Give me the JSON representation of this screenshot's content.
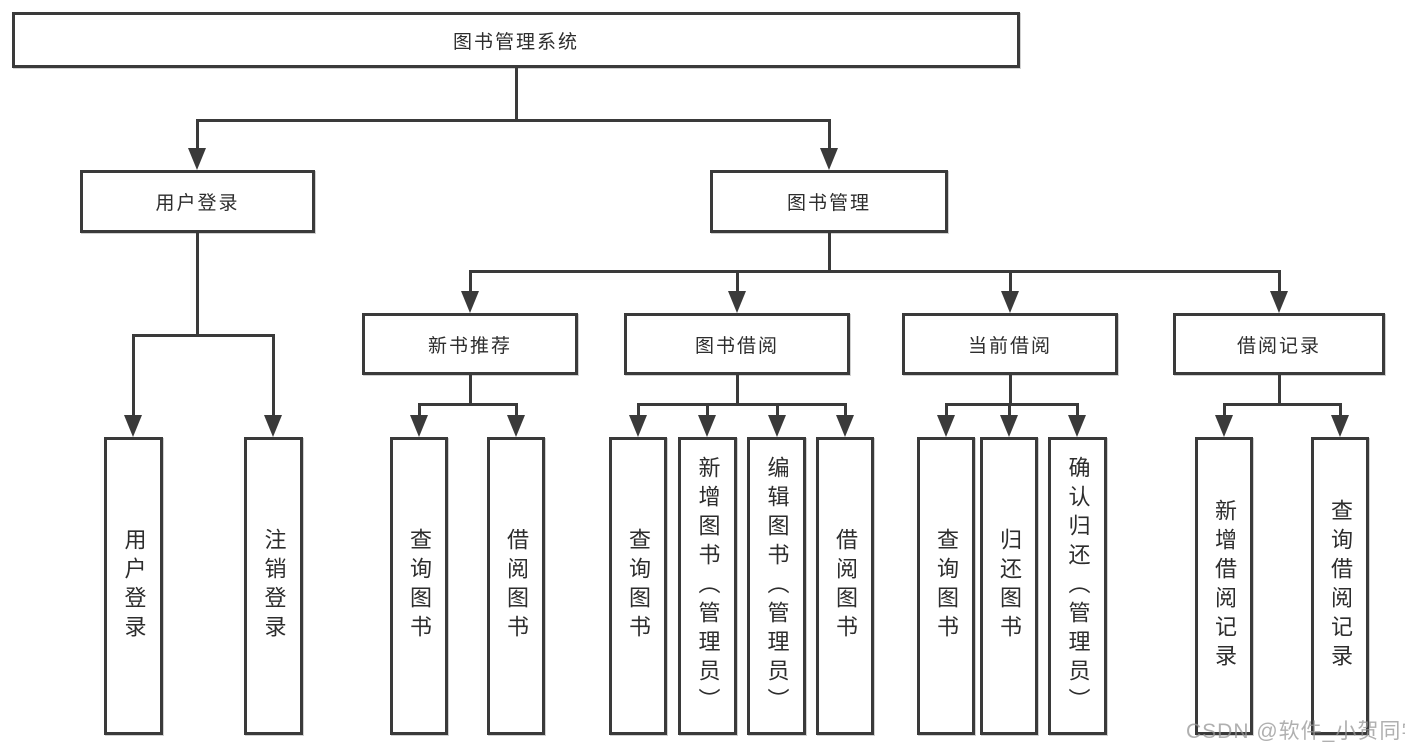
{
  "title": "图书管理系统",
  "watermark": "CSDN @软件_小贺同学",
  "colors": {
    "line": "#3a3a3a",
    "text": "#2d2d2d",
    "background": "#ffffff",
    "watermark": "#969696"
  },
  "nodes": {
    "root": "图书管理系统",
    "level2": [
      "用户登录",
      "图书管理"
    ],
    "level3": [
      "新书推荐",
      "图书借阅",
      "当前借阅",
      "借阅记录"
    ],
    "leaves": {
      "user_login": [
        "用户登录",
        "注销登录"
      ],
      "new_book": [
        "查询图书",
        "借阅图书"
      ],
      "book_borrow": [
        "查询图书",
        "新增图书（管理员）",
        "编辑图书（管理员）",
        "借阅图书"
      ],
      "current_borrow": [
        "查询图书",
        "归还图书",
        "确认归还（管理员）"
      ],
      "borrow_record": [
        "新增借阅记录",
        "查询借阅记录"
      ]
    }
  }
}
